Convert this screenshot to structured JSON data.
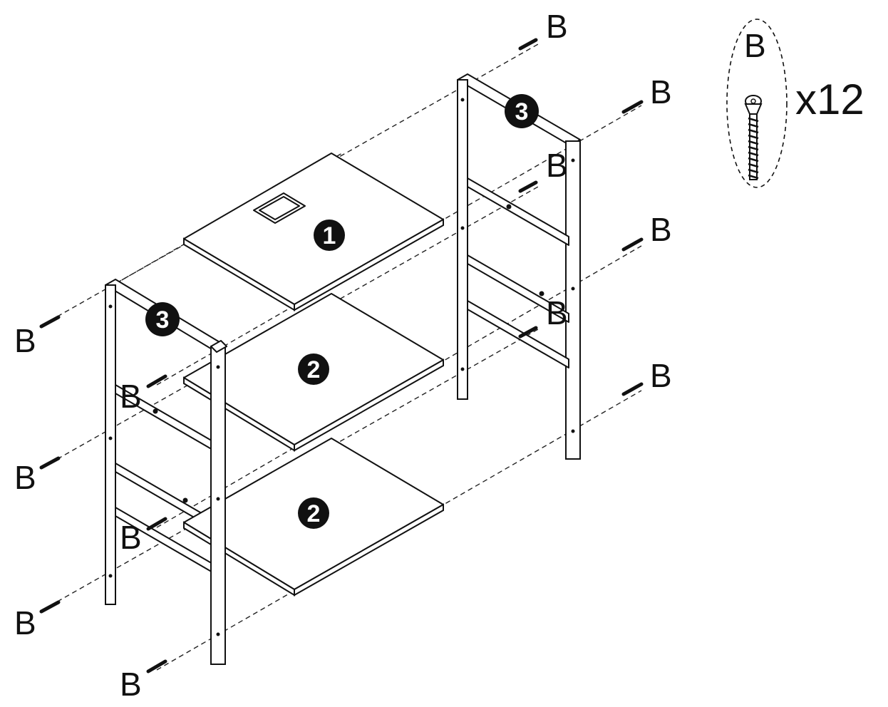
{
  "parts": {
    "top_shelf_number": "1",
    "middle_shelf_number": "2",
    "bottom_shelf_number": "2",
    "left_frame_number": "3",
    "right_frame_number": "3"
  },
  "screw_label": "B",
  "legend": {
    "screw_label": "B",
    "quantity": "x12"
  }
}
